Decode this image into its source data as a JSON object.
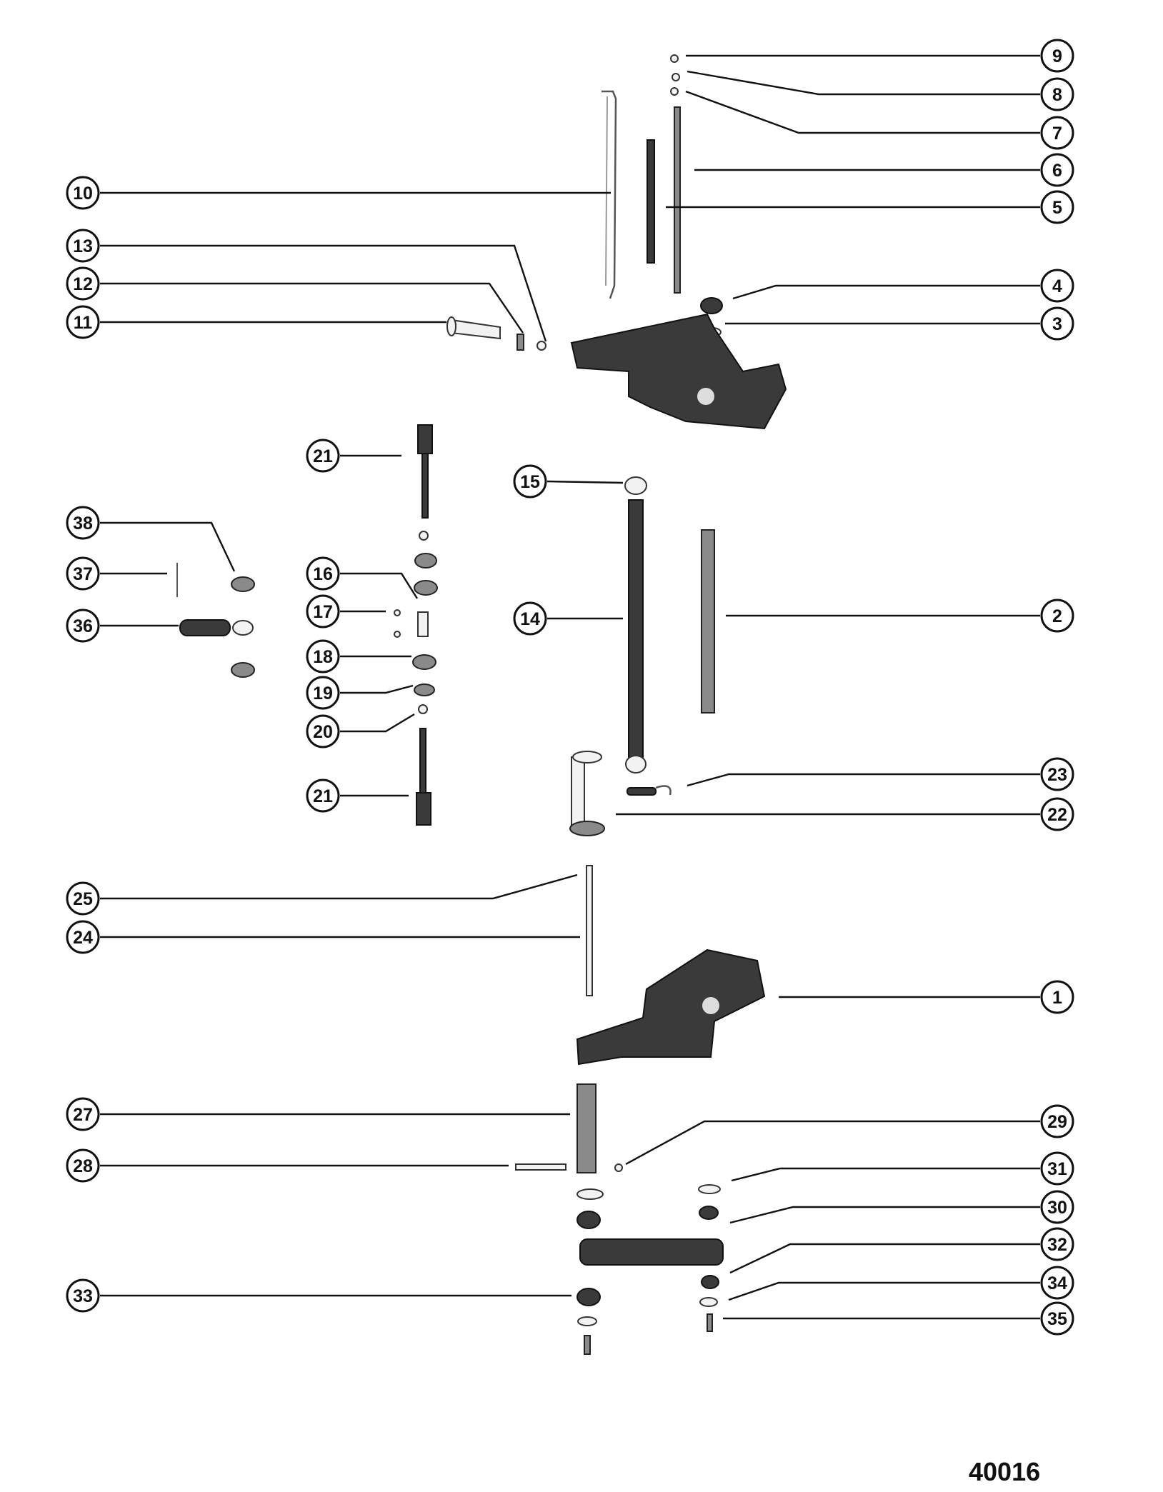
{
  "figure_number": "40016",
  "callouts": [
    {
      "label": "9"
    },
    {
      "label": "8"
    },
    {
      "label": "7"
    },
    {
      "label": "6"
    },
    {
      "label": "5"
    },
    {
      "label": "10"
    },
    {
      "label": "13"
    },
    {
      "label": "12"
    },
    {
      "label": "11"
    },
    {
      "label": "4"
    },
    {
      "label": "3"
    },
    {
      "label": "21"
    },
    {
      "label": "15"
    },
    {
      "label": "38"
    },
    {
      "label": "37"
    },
    {
      "label": "36"
    },
    {
      "label": "16"
    },
    {
      "label": "17"
    },
    {
      "label": "14"
    },
    {
      "label": "2"
    },
    {
      "label": "18"
    },
    {
      "label": "19"
    },
    {
      "label": "20"
    },
    {
      "label": "21"
    },
    {
      "label": "23"
    },
    {
      "label": "22"
    },
    {
      "label": "25"
    },
    {
      "label": "24"
    },
    {
      "label": "1"
    },
    {
      "label": "27"
    },
    {
      "label": "29"
    },
    {
      "label": "28"
    },
    {
      "label": "31"
    },
    {
      "label": "30"
    },
    {
      "label": "32"
    },
    {
      "label": "33"
    },
    {
      "label": "34"
    },
    {
      "label": "35"
    }
  ]
}
